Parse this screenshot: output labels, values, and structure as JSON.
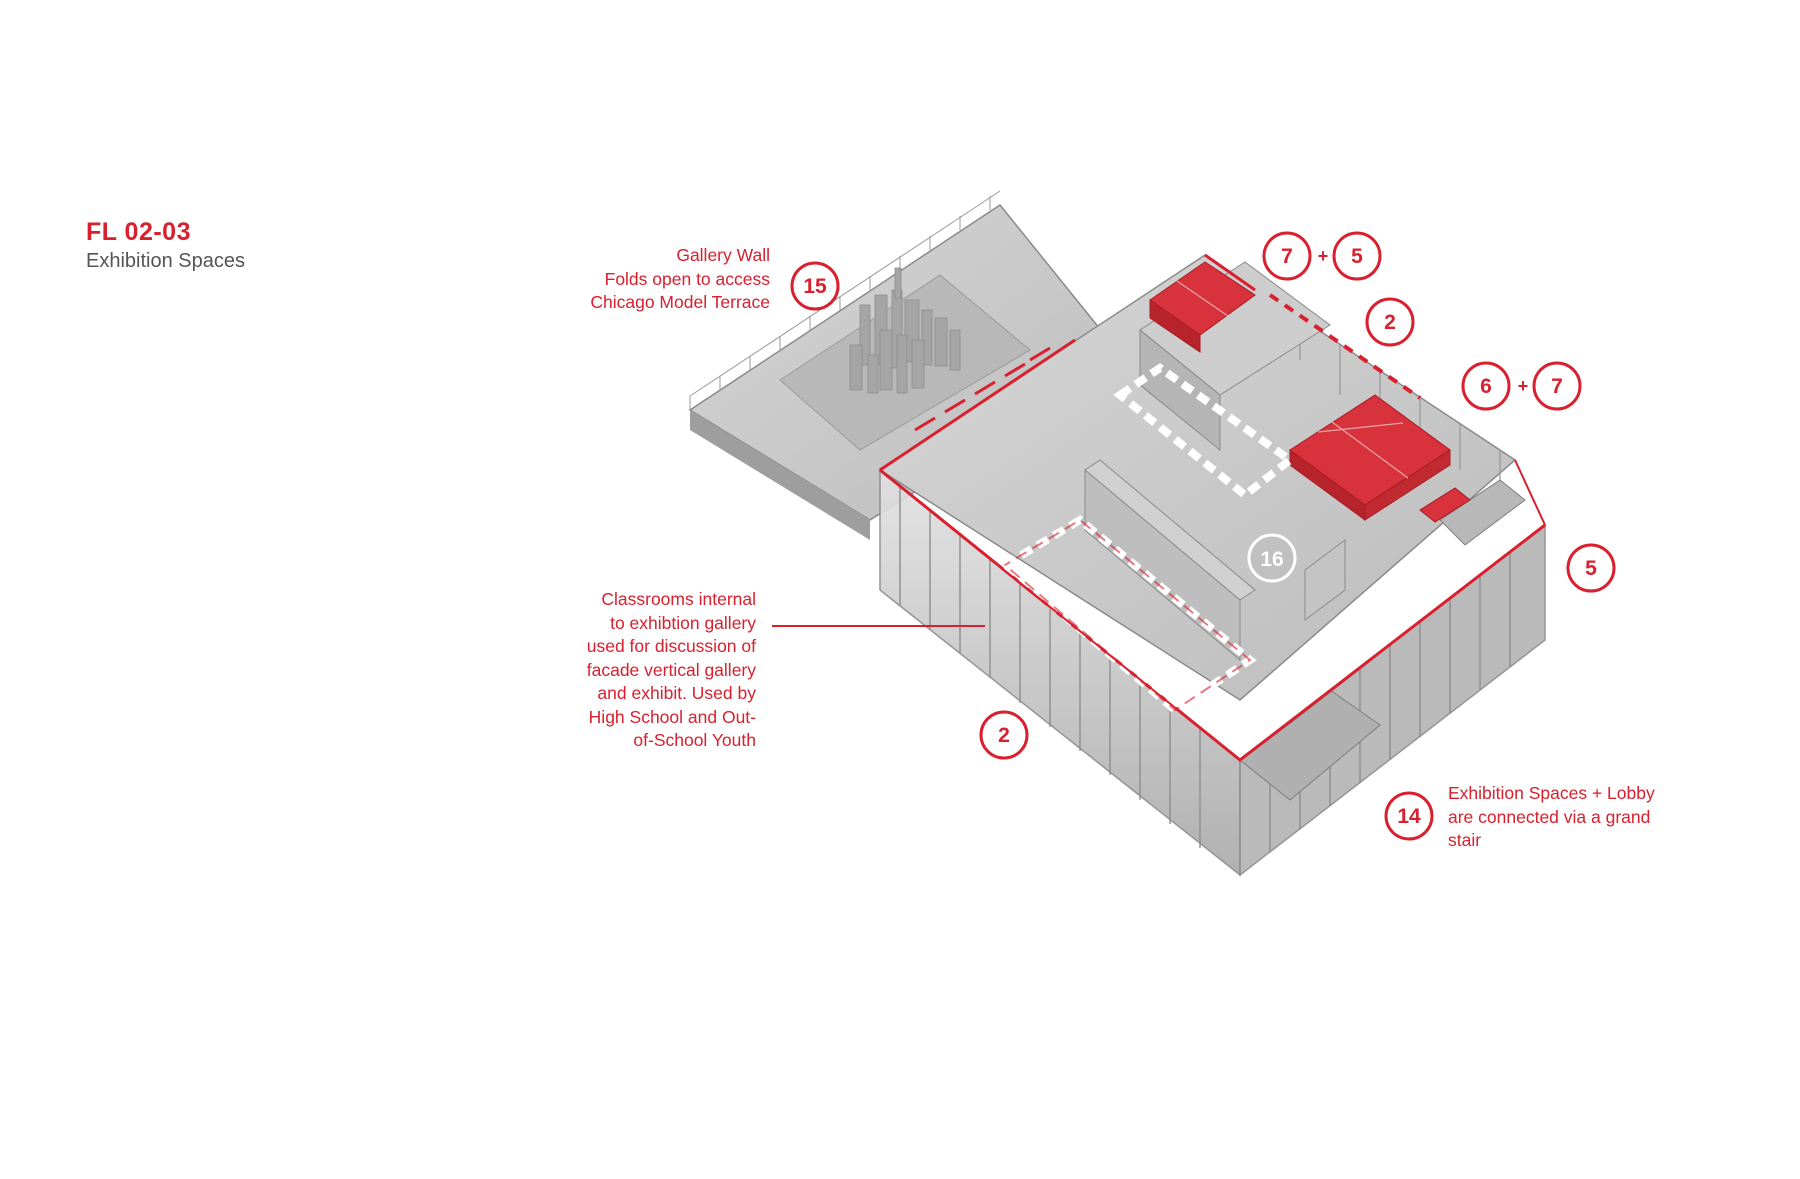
{
  "header": {
    "title": "FL 02-03",
    "subtitle": "Exhibition Spaces"
  },
  "colors": {
    "accent": "#d8202e",
    "building": "#c9c9c9",
    "text_gray": "#555555"
  },
  "annotations": {
    "gallery_wall": [
      "Gallery Wall",
      "Folds open to access",
      "Chicago Model Terrace"
    ],
    "classrooms": [
      "Classrooms internal",
      "to exhibtion gallery",
      "used for discussion of",
      "facade vertical gallery",
      "and exhibit. Used by",
      "High School and Out-",
      "of-School Youth"
    ],
    "grand_stair": [
      "Exhibition Spaces + Lobby",
      "are connected via a grand",
      "stair"
    ]
  },
  "badges": {
    "b15": "15",
    "b7a": "7",
    "b5a": "5",
    "b2_top": "2",
    "b6": "6",
    "b7b": "7",
    "b5_right": "5",
    "b16": "16",
    "b2_bottom": "2",
    "b14": "14",
    "plus": "+"
  }
}
